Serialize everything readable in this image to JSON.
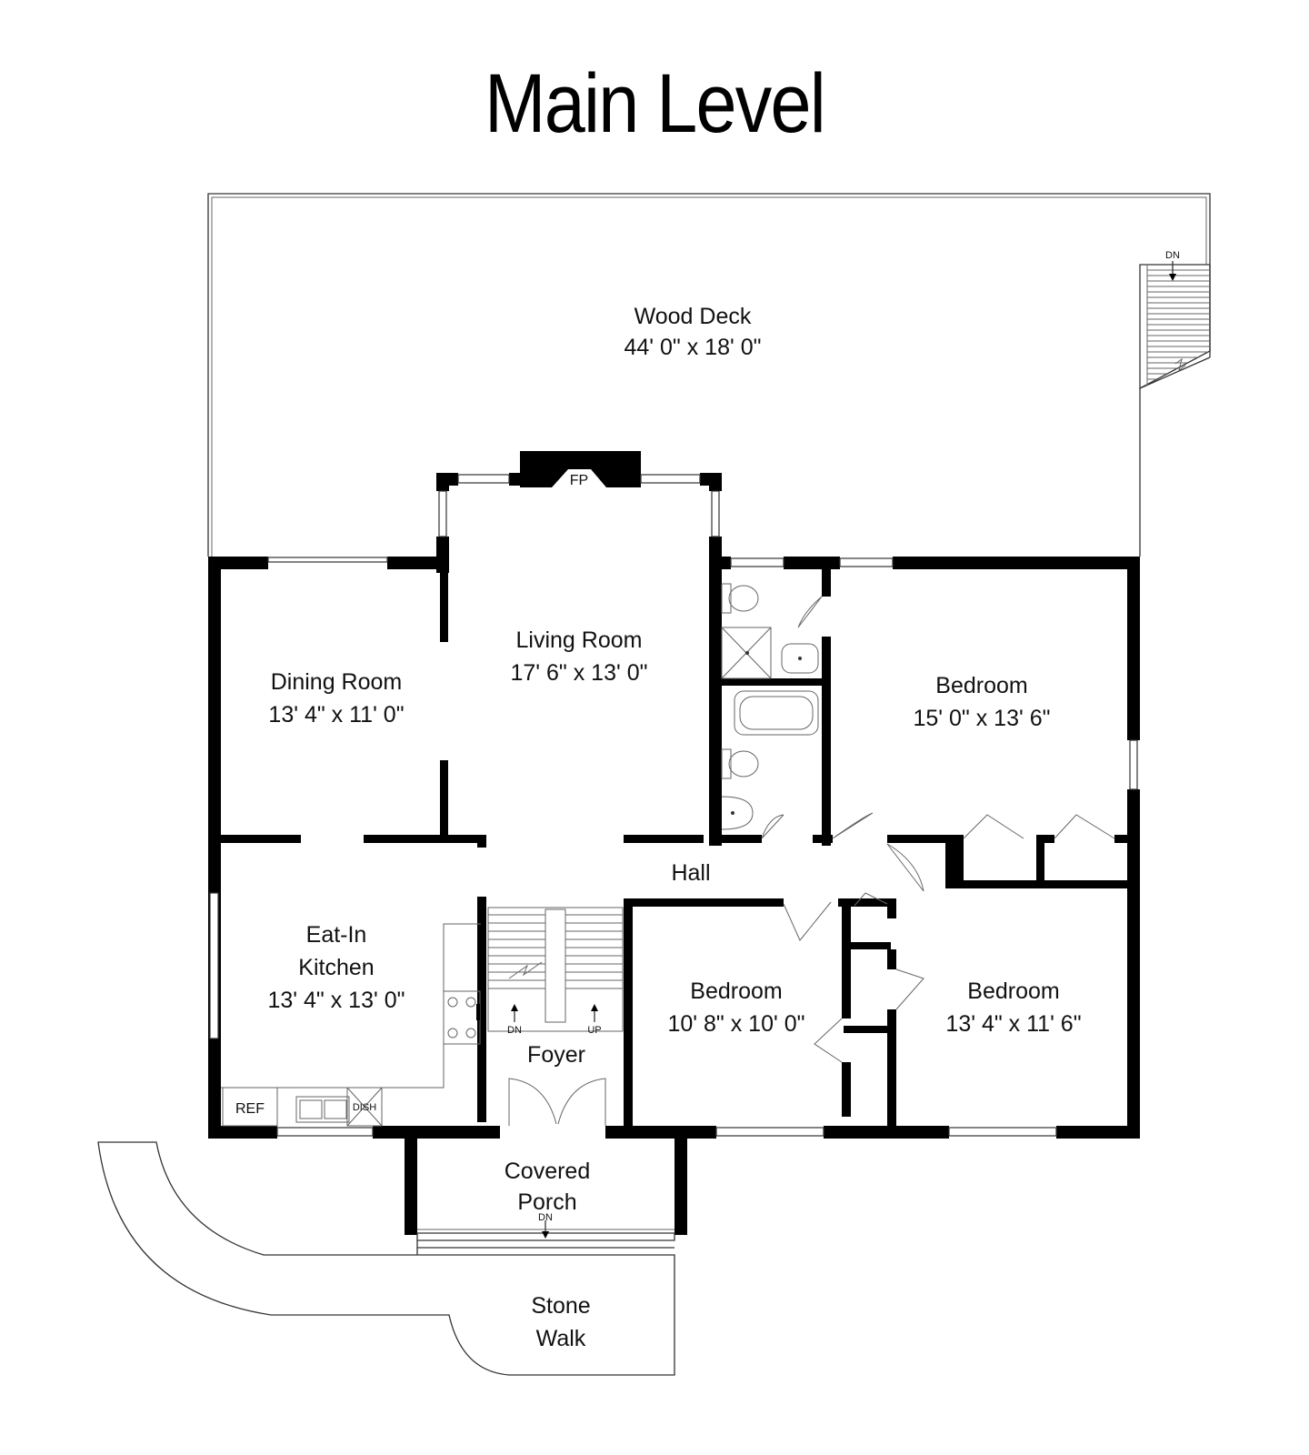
{
  "title": "Main Level",
  "rooms": {
    "wood_deck": {
      "name": "Wood Deck",
      "dims": "44' 0\" x 18' 0\""
    },
    "living_room": {
      "name": "Living Room",
      "dims": "17' 6\" x 13' 0\""
    },
    "dining_room": {
      "name": "Dining Room",
      "dims": "13' 4\" x 11' 0\""
    },
    "bedroom_ne": {
      "name": "Bedroom",
      "dims": "15' 0\" x 13' 6\""
    },
    "kitchen": {
      "name_line1": "Eat-In",
      "name_line2": "Kitchen",
      "dims": "13' 4\" x 13' 0\""
    },
    "bedroom_mid": {
      "name": "Bedroom",
      "dims": "10' 8\" x 10' 0\""
    },
    "bedroom_se": {
      "name": "Bedroom",
      "dims": "13' 4\" x 11' 6\""
    },
    "hall": {
      "name": "Hall"
    },
    "foyer": {
      "name": "Foyer"
    },
    "porch": {
      "name_line1": "Covered",
      "name_line2": "Porch"
    },
    "stone_walk": {
      "name_line1": "Stone",
      "name_line2": "Walk"
    }
  },
  "fixtures": {
    "fireplace": "FP",
    "refrigerator": "REF",
    "dishwasher": "DISH"
  },
  "stairs": {
    "deck_down": "DN",
    "foyer_down": "DN",
    "foyer_up": "UP",
    "porch_down": "DN"
  }
}
